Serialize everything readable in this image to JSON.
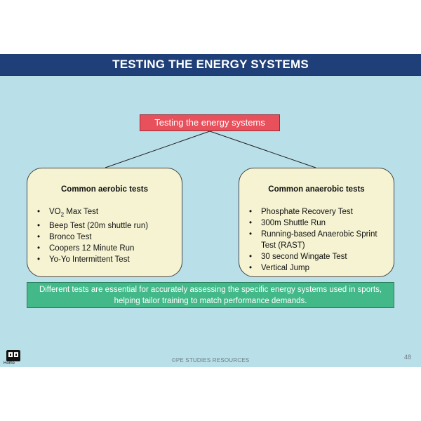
{
  "slide": {
    "title": "TESTING THE ENERGY SYSTEMS",
    "center_label": "Testing the energy systems",
    "aerobic": {
      "heading": "Common aerobic tests",
      "vo2_prefix": "VO",
      "vo2_sub": "2",
      "vo2_suffix": " Max Test",
      "items": [
        "Beep Test (20m shuttle run)",
        "Bronco Test",
        "Coopers 12 Minute Run",
        "Yo-Yo Intermittent Test"
      ]
    },
    "anaerobic": {
      "heading": "Common anaerobic tests",
      "items": [
        "Phosphate Recovery Test",
        "300m Shuttle Run",
        "Running-based Anaerobic Sprint Test (RAST)",
        "30 second Wingate Test",
        "Vertical Jump"
      ]
    },
    "summary": "Different tests are essential for accurately assessing the specific energy systems used in sports, helping tailor training to match performance demands.",
    "footer": "©PE STUDIES RESOURCES",
    "page_number": "48",
    "home_label": "Home"
  },
  "colors": {
    "background": "#b9dfe8",
    "title_bar": "#1e3f78",
    "center_box": "#e8505b",
    "panel": "#f5f3d2",
    "summary": "#43b98a"
  }
}
